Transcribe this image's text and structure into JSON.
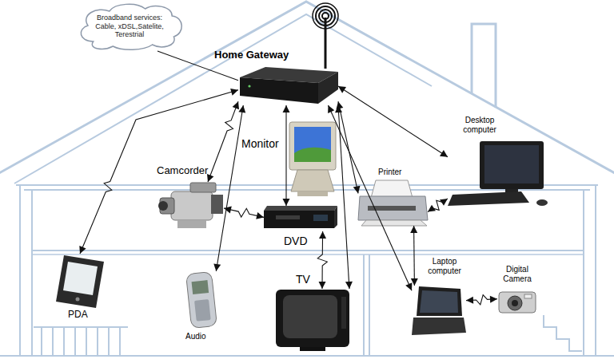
{
  "diagram": {
    "nodes": [
      {
        "text": [
          "Broadband services: Cable, xDSL,Satelite, Terestrial"
        ]
      },
      {
        "text": [
          "Home Gateway"
        ]
      },
      {
        "text": [
          "Desktop computer"
        ]
      },
      {
        "text": [
          "Monitor"
        ]
      },
      {
        "text": [
          "Camcorder"
        ]
      },
      {
        "text": [
          "Printer"
        ]
      },
      {
        "text": [
          "DVD"
        ]
      },
      {
        "text": [
          "Laptop computer"
        ]
      },
      {
        "text": [
          "Digital Camera"
        ]
      },
      {
        "text": [
          "TV"
        ]
      },
      {
        "text": [
          "PDA"
        ]
      },
      {
        "text": [
          "Audio"
        ]
      }
    ],
    "edges": [
      {
        "from": 0,
        "to": 1,
        "arrow": "none"
      },
      {
        "from": 1,
        "to": 2,
        "arrow": "both"
      },
      {
        "from": 1,
        "to": 10,
        "arrow": "both"
      },
      {
        "from": 1,
        "to": 6,
        "arrow": "both"
      },
      {
        "from": 1,
        "to": 4,
        "arrow": "both"
      },
      {
        "from": 1,
        "to": 11,
        "arrow": "both"
      },
      {
        "from": 1,
        "to": 9,
        "arrow": "both"
      },
      {
        "from": 1,
        "to": 5,
        "arrow": "both"
      },
      {
        "from": 1,
        "to": 7,
        "arrow": "both"
      },
      {
        "from": 4,
        "to": 6,
        "arrow": "both"
      },
      {
        "from": 6,
        "to": 9,
        "arrow": "both"
      },
      {
        "from": 5,
        "to": 2,
        "arrow": "both"
      },
      {
        "from": 5,
        "to": 7,
        "arrow": "both"
      },
      {
        "from": 7,
        "to": 8,
        "arrow": "both"
      }
    ]
  }
}
